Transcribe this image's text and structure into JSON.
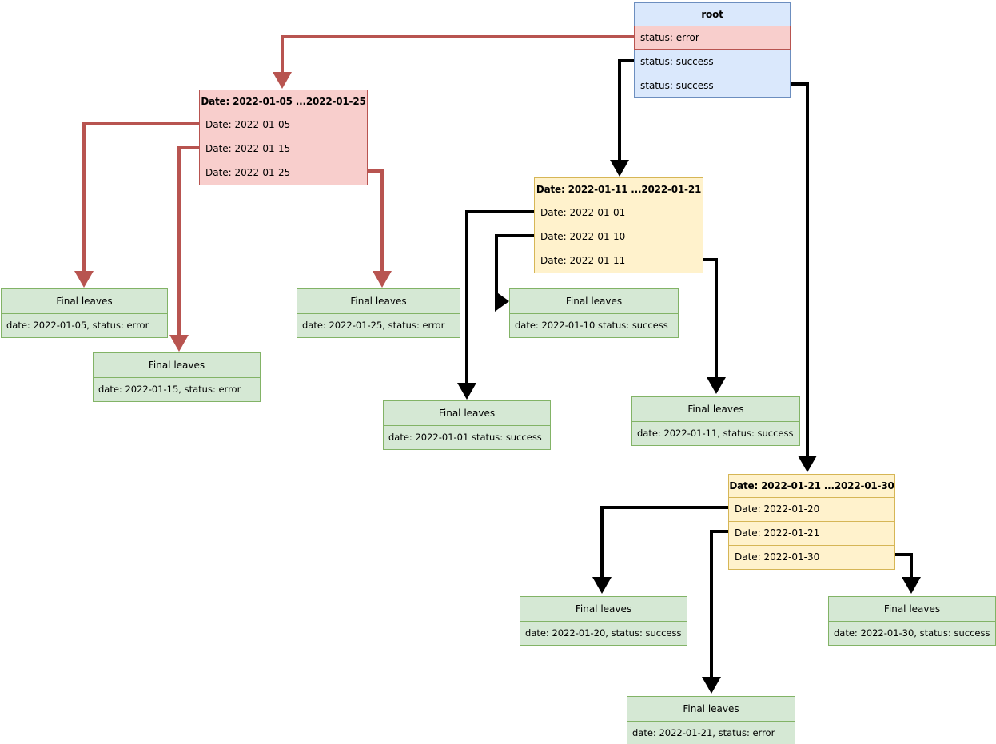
{
  "colors": {
    "canvas_bg": "#ffffff",
    "blue_fill": "#dae8fc",
    "blue_stroke": "#6c8ebf",
    "red_fill": "#f8cecc",
    "red_stroke": "#b85450",
    "yellow_fill": "#fff2cc",
    "yellow_stroke": "#d6b656",
    "green_fill": "#d5e8d4",
    "green_stroke": "#82b366",
    "edge_black": "#000000"
  },
  "diagram": {
    "root": {
      "title": "root",
      "rows": [
        {
          "text": "status: error",
          "status": "error"
        },
        {
          "text": "status: success",
          "status": "success"
        },
        {
          "text": "status: success",
          "status": "success"
        }
      ]
    },
    "error_group": {
      "title": "Date: 2022-01-05 ...2022-01-25",
      "rows": [
        {
          "text": "Date: 2022-01-05"
        },
        {
          "text": "Date: 2022-01-15"
        },
        {
          "text": "Date: 2022-01-25"
        }
      ]
    },
    "success_group_1": {
      "title": "Date: 2022-01-11 ...2022-01-21",
      "rows": [
        {
          "text": "Date: 2022-01-01"
        },
        {
          "text": "Date: 2022-01-10"
        },
        {
          "text": "Date: 2022-01-11"
        }
      ]
    },
    "success_group_2": {
      "title": "Date: 2022-01-21 ...2022-01-30",
      "rows": [
        {
          "text": "Date: 2022-01-20"
        },
        {
          "text": "Date: 2022-01-21"
        },
        {
          "text": "Date: 2022-01-30"
        }
      ]
    },
    "leaves": [
      {
        "title": "Final leaves",
        "detail": "date: 2022-01-05, status: error"
      },
      {
        "title": "Final leaves",
        "detail": "date: 2022-01-15, status: error"
      },
      {
        "title": "Final leaves",
        "detail": "date: 2022-01-25, status: error"
      },
      {
        "title": "Final leaves",
        "detail": "date: 2022-01-01 status: success"
      },
      {
        "title": "Final leaves",
        "detail": "date: 2022-01-10 status: success"
      },
      {
        "title": "Final leaves",
        "detail": "date: 2022-01-11, status: success"
      },
      {
        "title": "Final leaves",
        "detail": "date: 2022-01-20, status: success"
      },
      {
        "title": "Final leaves",
        "detail": "date: 2022-01-30, status: success"
      },
      {
        "title": "Final leaves",
        "detail": "date: 2022-01-21, status: error"
      }
    ]
  }
}
